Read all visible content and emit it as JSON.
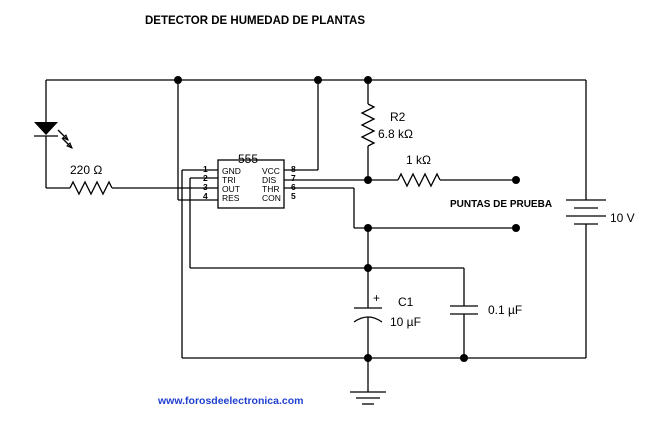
{
  "title": "DETECTOR DE HUMEDAD DE PLANTAS",
  "ic": {
    "name": "555",
    "pins_left": [
      {
        "num": "1",
        "name": "GND"
      },
      {
        "num": "2",
        "name": "TRI"
      },
      {
        "num": "3",
        "name": "OUT"
      },
      {
        "num": "4",
        "name": "RES"
      }
    ],
    "pins_right": [
      {
        "num": "8",
        "name": "VCC"
      },
      {
        "num": "7",
        "name": "DIS"
      },
      {
        "num": "6",
        "name": "THR"
      },
      {
        "num": "5",
        "name": "CON"
      }
    ]
  },
  "components": {
    "r_led": "220 Ω",
    "r2_name": "R2",
    "r2_value": "6.8 kΩ",
    "r_probe": "1 kΩ",
    "c1_name": "C1",
    "c1_value": "10 µF",
    "c2_value": "0.1 µF",
    "battery": "10 V",
    "c1_polarity": "+"
  },
  "probe_label": "PUNTAS DE PRUEBA",
  "url": "www.forosdeelectronica.com"
}
